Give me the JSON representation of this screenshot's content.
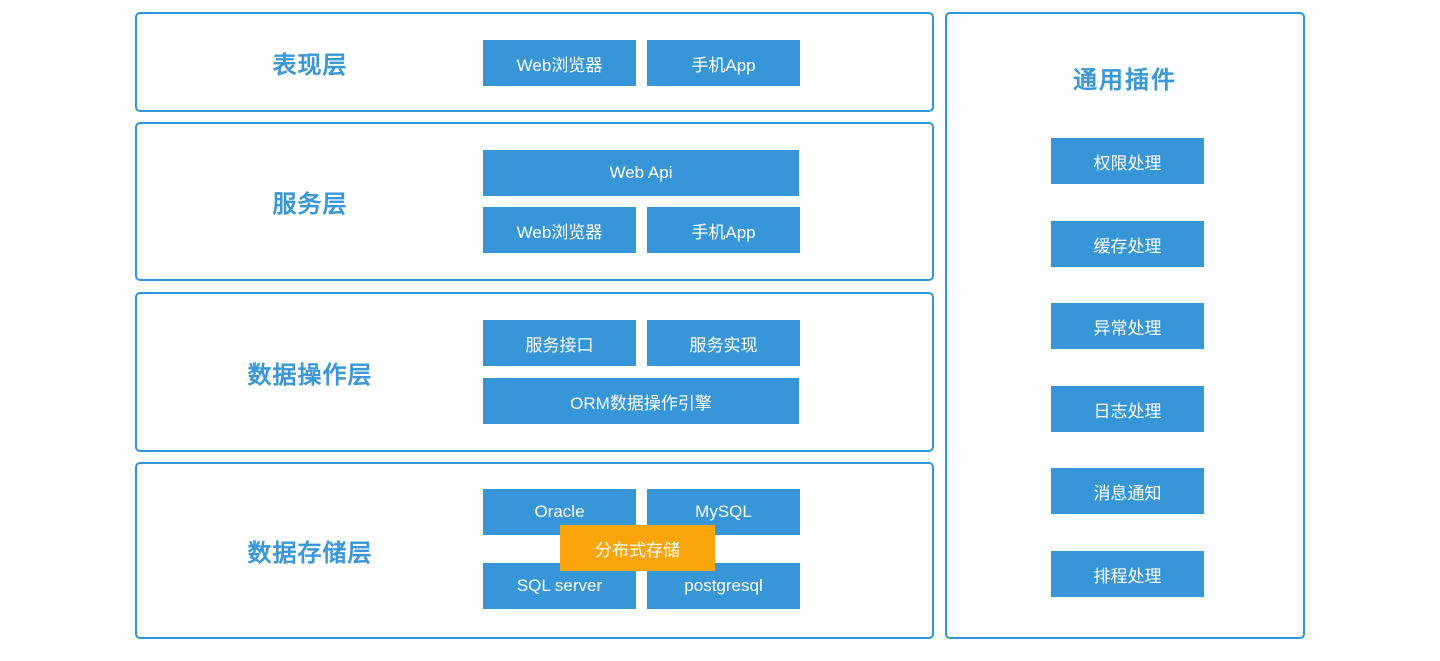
{
  "colors": {
    "node_blue": "#3796d8",
    "border_blue": "#2e97db",
    "label_blue": "#3a97d8",
    "highlight_orange": "#faa50a",
    "node_text": "#ffffff",
    "panel_bg": "#fbfdfe"
  },
  "layers": [
    {
      "label": "表现层",
      "buttons": [
        "Web浏览器",
        "手机App"
      ]
    },
    {
      "label": "服务层",
      "wide_button": "Web Api",
      "buttons": [
        "Web浏览器",
        "手机App"
      ]
    },
    {
      "label": "数据操作层",
      "buttons": [
        "服务接口",
        "服务实现"
      ],
      "wide_button": "ORM数据操作引擎"
    },
    {
      "label": "数据存储层",
      "buttons_row1": [
        "Oracle",
        "MySQL"
      ],
      "buttons_row2": [
        "SQL server",
        "postgresql"
      ],
      "overlay_button": "分布式存储"
    }
  ],
  "plugins_panel": {
    "title": "通用插件",
    "items": [
      "权限处理",
      "缓存处理",
      "异常处理",
      "日志处理",
      "消息通知",
      "排程处理"
    ]
  }
}
